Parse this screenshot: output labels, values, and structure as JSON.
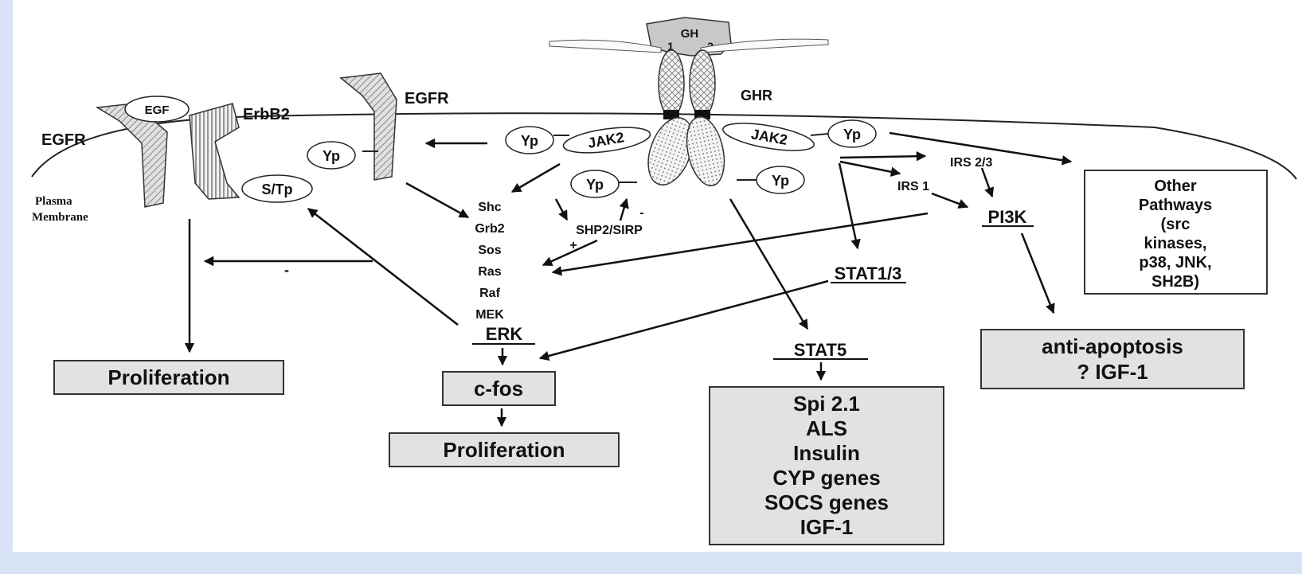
{
  "colors": {
    "frame_blue": "#d7e3f5",
    "box_fill": "#e2e2e2",
    "ink": "#111111"
  },
  "receptors": {
    "gh": "GH",
    "gh_site1": "1",
    "gh_site2": "2",
    "ghr": "GHR",
    "egfr_left": "EGFR",
    "egf": "EGF",
    "erbb2": "ErbB2",
    "egfr_right": "EGFR",
    "st_p": "S/Tp",
    "jak2_left": "JAK2",
    "jak2_right": "JAK2",
    "plasma_membrane_line1": "Plasma",
    "plasma_membrane_line2": "Membrane"
  },
  "phospho": {
    "yp": "Yp"
  },
  "mapk_cascade": [
    "Shc",
    "Grb2",
    "Sos",
    "Ras",
    "Raf",
    "MEK"
  ],
  "labels": {
    "erk": "ERK",
    "shp2_sirp": "SHP2/SIRP",
    "plus": "+",
    "minus": "-",
    "irs23": "IRS 2/3",
    "irs1": "IRS 1",
    "pi3k": "PI3K",
    "stat13": "STAT1/3",
    "stat5": "STAT5"
  },
  "other_pathways": [
    "Other",
    "Pathways",
    "(src",
    "kinases,",
    "p38, JNK,",
    "SH2B)"
  ],
  "outcomes": {
    "proliferation_left": "Proliferation",
    "cfos": "c-fos",
    "proliferation_mid": "Proliferation",
    "anti_apoptosis_lines": [
      "anti-apoptosis",
      "? IGF-1"
    ],
    "stat5_targets": [
      "Spi 2.1",
      "ALS",
      "Insulin",
      "CYP genes",
      "SOCS genes",
      "IGF-1"
    ]
  }
}
